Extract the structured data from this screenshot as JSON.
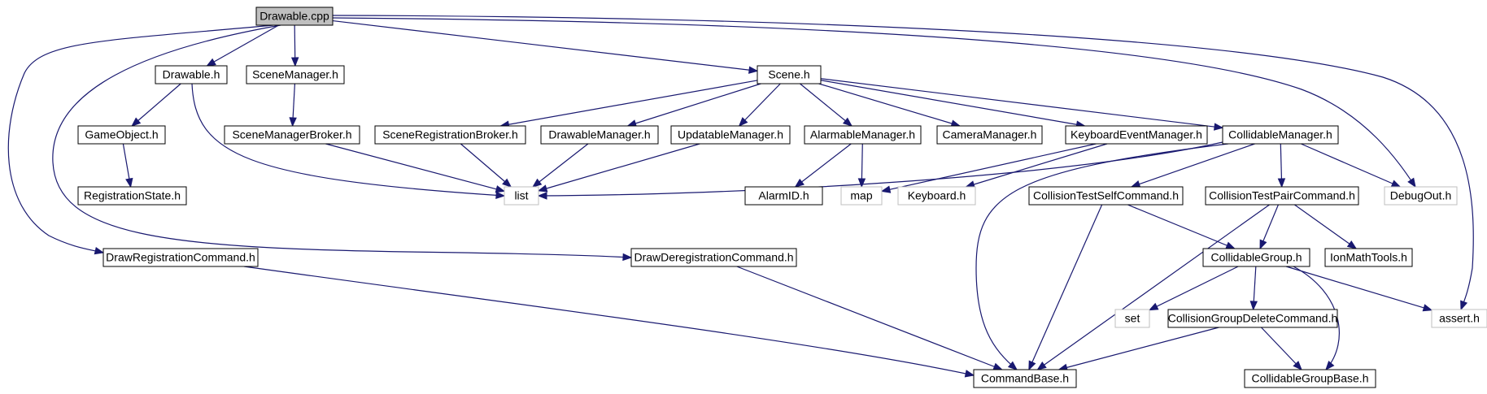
{
  "diagram": {
    "type": "include-dependency-graph",
    "colors": {
      "edge": "#191970",
      "root_fill": "#bfbfbf",
      "node_border": "#000000",
      "system_node_border": "#bfbfbf"
    },
    "nodes": [
      {
        "id": "drawable_cpp",
        "label": "Drawable.cpp",
        "kind": "root"
      },
      {
        "id": "drawable_h",
        "label": "Drawable.h",
        "kind": "normal"
      },
      {
        "id": "scenemanager_h",
        "label": "SceneManager.h",
        "kind": "normal"
      },
      {
        "id": "scene_h",
        "label": "Scene.h",
        "kind": "normal"
      },
      {
        "id": "gameobject_h",
        "label": "GameObject.h",
        "kind": "normal"
      },
      {
        "id": "scenemanagerbroker_h",
        "label": "SceneManagerBroker.h",
        "kind": "normal"
      },
      {
        "id": "sceneregistrationbroker_h",
        "label": "SceneRegistrationBroker.h",
        "kind": "normal"
      },
      {
        "id": "drawablemanager_h",
        "label": "DrawableManager.h",
        "kind": "normal"
      },
      {
        "id": "updatablemanager_h",
        "label": "UpdatableManager.h",
        "kind": "normal"
      },
      {
        "id": "alarmablemanager_h",
        "label": "AlarmableManager.h",
        "kind": "normal"
      },
      {
        "id": "cameramanager_h",
        "label": "CameraManager.h",
        "kind": "normal"
      },
      {
        "id": "keyboardeventmanager_h",
        "label": "KeyboardEventManager.h",
        "kind": "normal"
      },
      {
        "id": "collidablemanager_h",
        "label": "CollidableManager.h",
        "kind": "normal"
      },
      {
        "id": "registrationstate_h",
        "label": "RegistrationState.h",
        "kind": "normal"
      },
      {
        "id": "list",
        "label": "list",
        "kind": "system"
      },
      {
        "id": "alarmid_h",
        "label": "AlarmID.h",
        "kind": "normal"
      },
      {
        "id": "map",
        "label": "map",
        "kind": "system"
      },
      {
        "id": "keyboard_h",
        "label": "Keyboard.h",
        "kind": "system"
      },
      {
        "id": "collisiontestselfcommand_h",
        "label": "CollisionTestSelfCommand.h",
        "kind": "normal"
      },
      {
        "id": "collisiontestpaircommand_h",
        "label": "CollisionTestPairCommand.h",
        "kind": "normal"
      },
      {
        "id": "debugout_h",
        "label": "DebugOut.h",
        "kind": "system"
      },
      {
        "id": "drawregistrationcommand_h",
        "label": "DrawRegistrationCommand.h",
        "kind": "normal"
      },
      {
        "id": "drawderegistrationcommand_h",
        "label": "DrawDeregistrationCommand.h",
        "kind": "normal"
      },
      {
        "id": "collidablegroup_h",
        "label": "CollidableGroup.h",
        "kind": "normal"
      },
      {
        "id": "ionmathtools_h",
        "label": "IonMathTools.h",
        "kind": "normal"
      },
      {
        "id": "set",
        "label": "set",
        "kind": "system"
      },
      {
        "id": "collisiongroupdeletecommand_h",
        "label": "CollisionGroupDeleteCommand.h",
        "kind": "normal"
      },
      {
        "id": "assert_h",
        "label": "assert.h",
        "kind": "system"
      },
      {
        "id": "commandbase_h",
        "label": "CommandBase.h",
        "kind": "normal"
      },
      {
        "id": "collidablegroupbase_h",
        "label": "CollidableGroupBase.h",
        "kind": "normal"
      }
    ],
    "edges": [
      {
        "from": "drawable_cpp",
        "to": "drawable_h"
      },
      {
        "from": "drawable_cpp",
        "to": "scenemanager_h"
      },
      {
        "from": "drawable_cpp",
        "to": "scene_h"
      },
      {
        "from": "drawable_cpp",
        "to": "drawregistrationcommand_h"
      },
      {
        "from": "drawable_cpp",
        "to": "drawderegistrationcommand_h"
      },
      {
        "from": "drawable_cpp",
        "to": "debugout_h"
      },
      {
        "from": "drawable_cpp",
        "to": "assert_h"
      },
      {
        "from": "drawable_h",
        "to": "gameobject_h"
      },
      {
        "from": "drawable_h",
        "to": "list"
      },
      {
        "from": "scenemanager_h",
        "to": "scenemanagerbroker_h"
      },
      {
        "from": "scene_h",
        "to": "sceneregistrationbroker_h"
      },
      {
        "from": "scene_h",
        "to": "drawablemanager_h"
      },
      {
        "from": "scene_h",
        "to": "updatablemanager_h"
      },
      {
        "from": "scene_h",
        "to": "alarmablemanager_h"
      },
      {
        "from": "scene_h",
        "to": "cameramanager_h"
      },
      {
        "from": "scene_h",
        "to": "keyboardeventmanager_h"
      },
      {
        "from": "scene_h",
        "to": "collidablemanager_h"
      },
      {
        "from": "gameobject_h",
        "to": "registrationstate_h"
      },
      {
        "from": "scenemanagerbroker_h",
        "to": "list"
      },
      {
        "from": "sceneregistrationbroker_h",
        "to": "list"
      },
      {
        "from": "drawablemanager_h",
        "to": "list"
      },
      {
        "from": "updatablemanager_h",
        "to": "list"
      },
      {
        "from": "alarmablemanager_h",
        "to": "alarmid_h"
      },
      {
        "from": "alarmablemanager_h",
        "to": "map"
      },
      {
        "from": "keyboardeventmanager_h",
        "to": "map"
      },
      {
        "from": "keyboardeventmanager_h",
        "to": "keyboard_h"
      },
      {
        "from": "collidablemanager_h",
        "to": "list"
      },
      {
        "from": "collidablemanager_h",
        "to": "collisiontestselfcommand_h"
      },
      {
        "from": "collidablemanager_h",
        "to": "collisiontestpaircommand_h"
      },
      {
        "from": "collidablemanager_h",
        "to": "debugout_h"
      },
      {
        "from": "collidablemanager_h",
        "to": "commandbase_h"
      },
      {
        "from": "collisiontestselfcommand_h",
        "to": "collidablegroup_h"
      },
      {
        "from": "collisiontestselfcommand_h",
        "to": "commandbase_h"
      },
      {
        "from": "collisiontestpaircommand_h",
        "to": "collidablegroup_h"
      },
      {
        "from": "collisiontestpaircommand_h",
        "to": "ionmathtools_h"
      },
      {
        "from": "collisiontestpaircommand_h",
        "to": "commandbase_h"
      },
      {
        "from": "drawregistrationcommand_h",
        "to": "commandbase_h"
      },
      {
        "from": "drawderegistrationcommand_h",
        "to": "commandbase_h"
      },
      {
        "from": "collidablegroup_h",
        "to": "set"
      },
      {
        "from": "collidablegroup_h",
        "to": "collisiongroupdeletecommand_h"
      },
      {
        "from": "collidablegroup_h",
        "to": "assert_h"
      },
      {
        "from": "collidablegroup_h",
        "to": "collidablegroupbase_h"
      },
      {
        "from": "collisiongroupdeletecommand_h",
        "to": "commandbase_h"
      },
      {
        "from": "collisiongroupdeletecommand_h",
        "to": "collidablegroupbase_h"
      }
    ]
  }
}
